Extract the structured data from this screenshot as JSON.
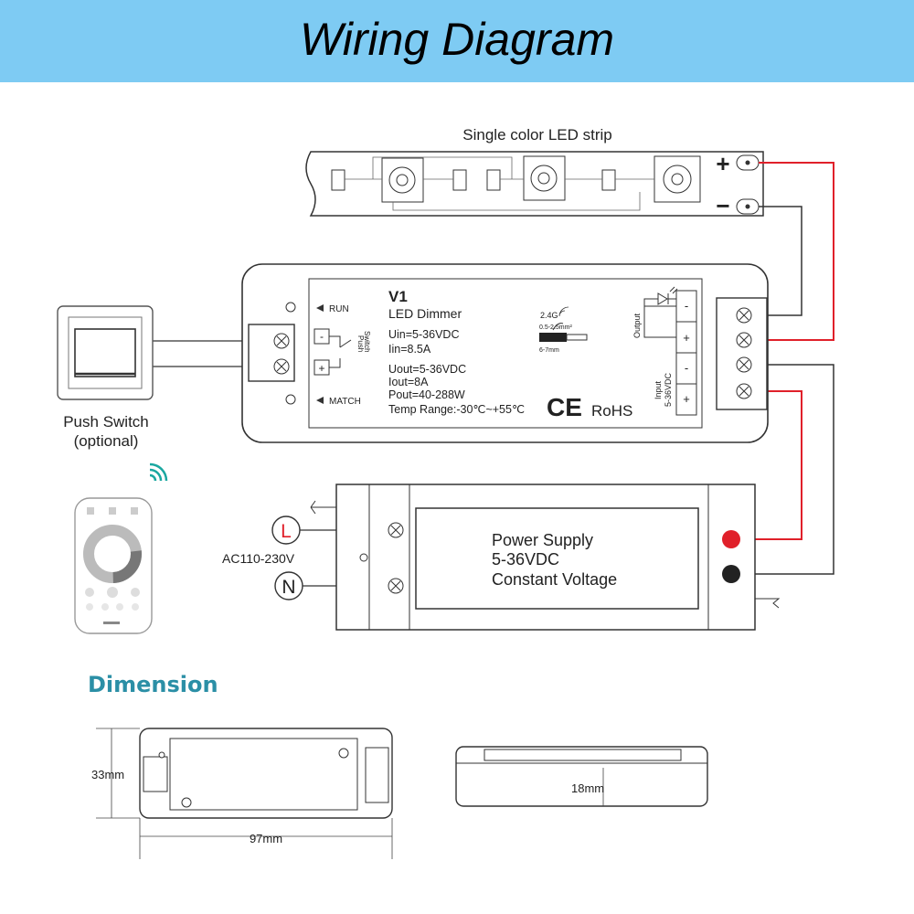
{
  "banner": {
    "title": "Wiring Diagram"
  },
  "led_strip": {
    "title": "Single color LED strip",
    "plus": "+",
    "minus": "−"
  },
  "dimmer": {
    "model": "V1",
    "name": "LED Dimmer",
    "uin": "Uin=5-36VDC",
    "iin": "Iin=8.5A",
    "uout": "Uout=5-36VDC",
    "iout": "Iout=8A",
    "pout": "Pout=40-288W",
    "temp": "Temp Range:-30℃~+55℃",
    "run": "RUN",
    "match": "MATCH",
    "push": "Push",
    "switch": "Switch",
    "freq": "2.4G",
    "wire_gauge": "0.5-2.5mm²",
    "strip_len": "6-7mm",
    "ce": "CE",
    "rohs": "RoHS",
    "output_label": "Output",
    "input_label_1": "Input",
    "input_label_2": "5-36VDC",
    "term_minus": "-",
    "term_plus": "+"
  },
  "push_switch": {
    "line1": "Push Switch",
    "line2": "(optional)"
  },
  "power_supply": {
    "line1": "Power Supply",
    "line2": "5-36VDC",
    "line3": "Constant Voltage",
    "ac": "AC110-230V",
    "live": "L",
    "neutral": "N"
  },
  "dimension": {
    "heading": "Dimension",
    "height": "33mm",
    "length": "97mm",
    "depth": "18mm"
  },
  "colors": {
    "banner": "#7ecbf3",
    "wire_red": "#e0202a",
    "wire_dark": "#333333",
    "heading": "#2b8fa6"
  }
}
